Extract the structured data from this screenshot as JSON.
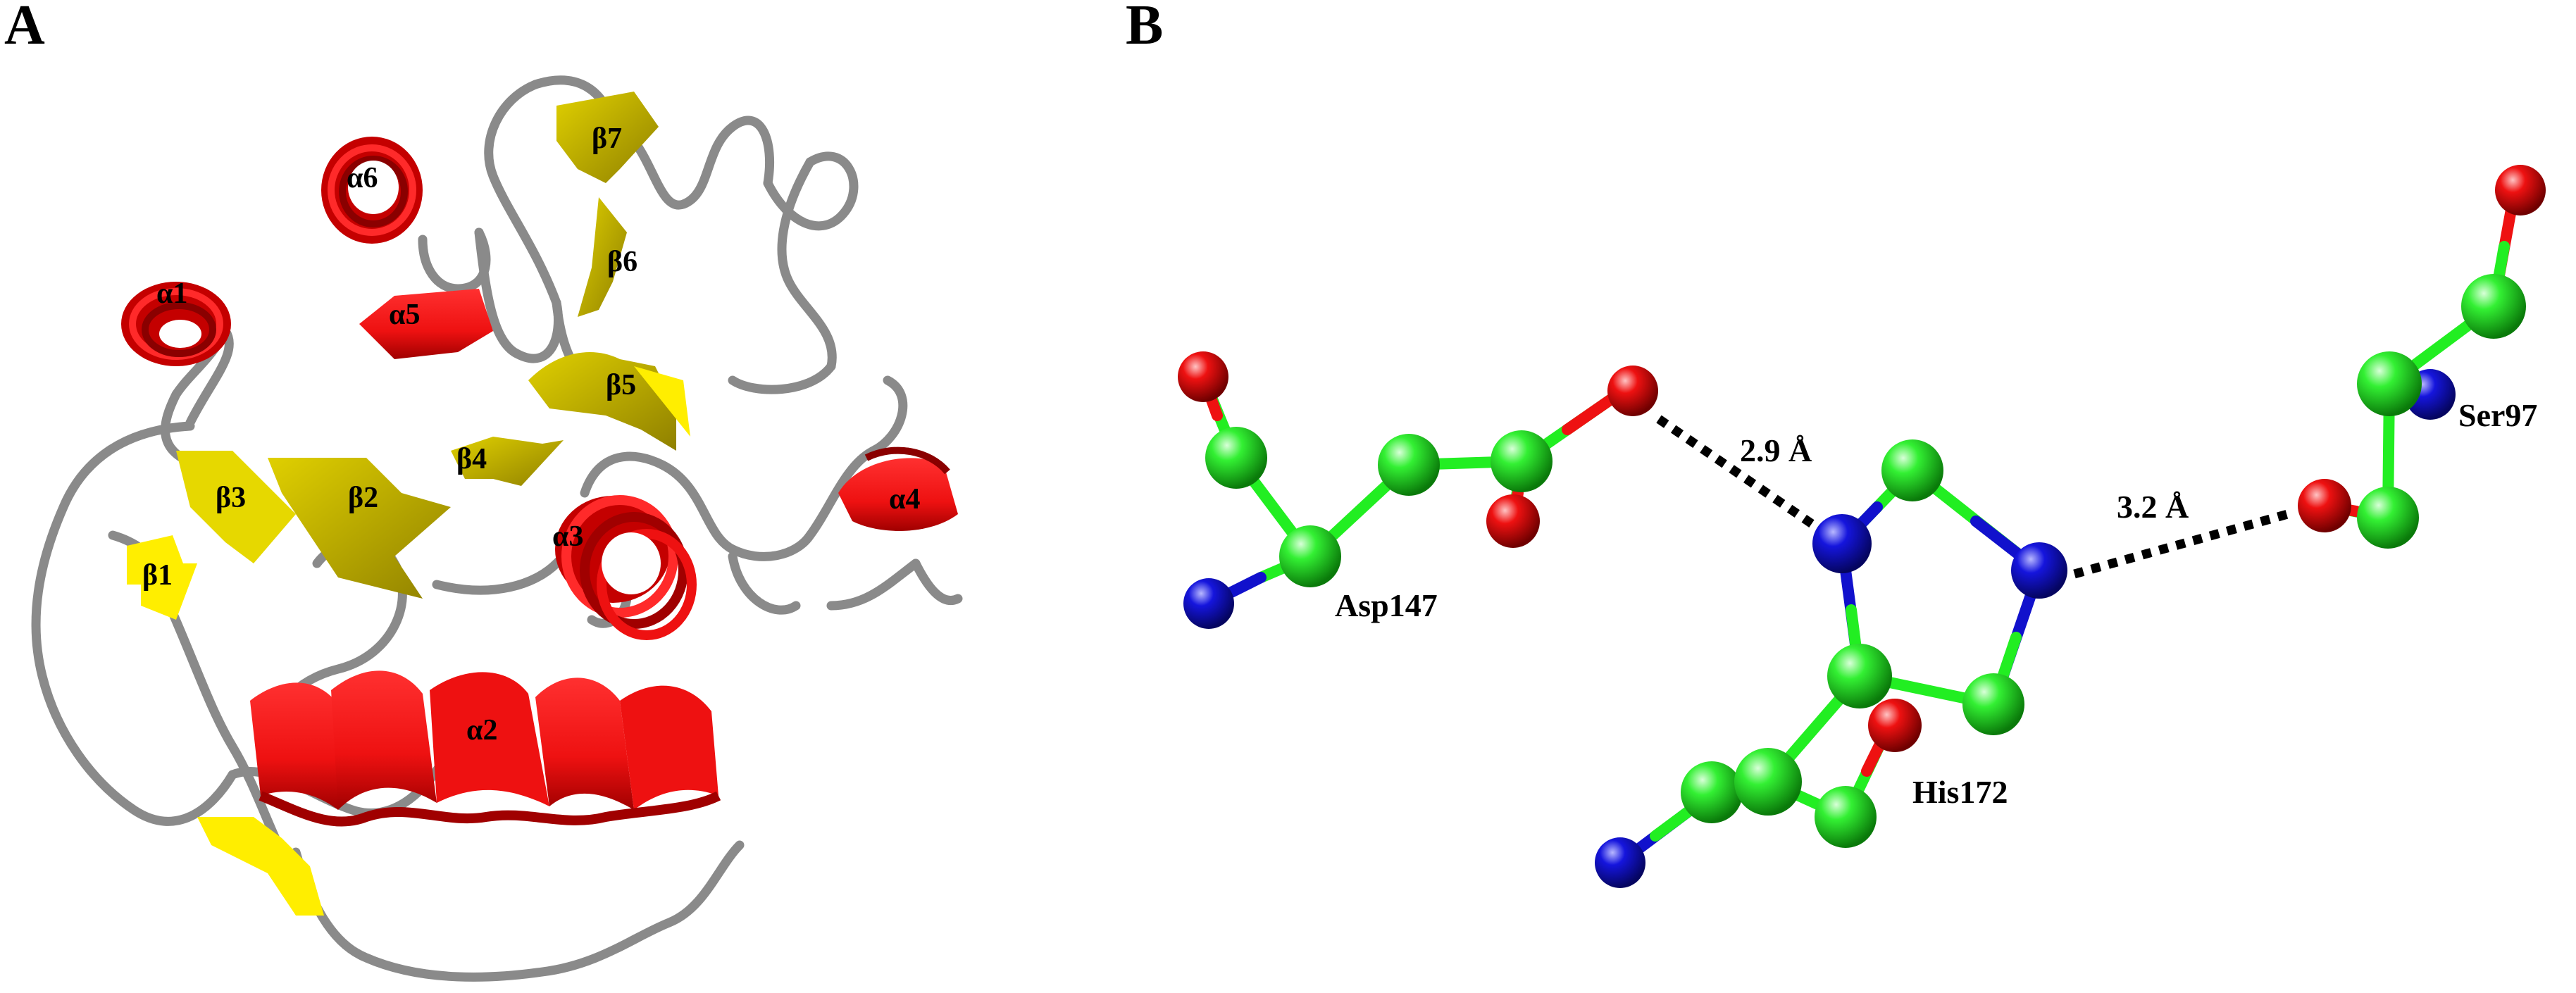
{
  "panel_a": {
    "letter": "A",
    "helix_labels": [
      "α1",
      "α2",
      "α3",
      "α4",
      "α5",
      "α6"
    ],
    "strand_labels": [
      "β1",
      "β2",
      "β3",
      "β4",
      "β5",
      "β6",
      "β7"
    ]
  },
  "panel_b": {
    "letter": "B",
    "residues": [
      "Asp147",
      "His172",
      "Ser97"
    ],
    "hbond_distances": [
      "2.9 Å",
      "3.2 Å"
    ]
  },
  "colors": {
    "helix": "#ee1111",
    "helix_dark": "#a00000",
    "strand": "#c8b400",
    "strand_bright": "#ffee00",
    "coil": "#808080",
    "carbon": "#22ee22",
    "nitrogen": "#1111cc",
    "oxygen": "#ee1111",
    "bond": "#111111"
  }
}
